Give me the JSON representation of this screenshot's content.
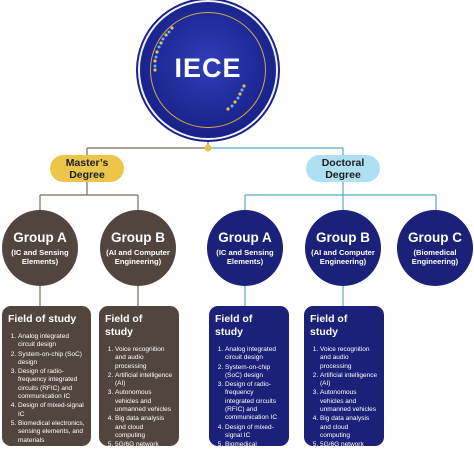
{
  "header": {
    "title": "IECE"
  },
  "degrees": {
    "masters": {
      "line1": "Master’s",
      "line2": "Degree",
      "color": "#ecc64a"
    },
    "doctoral": {
      "line1": "Doctoral",
      "line2": "Degree",
      "color": "#aee0f2"
    }
  },
  "groups": {
    "masters_a": {
      "name": "Group A",
      "sub1": "(IC and Sensing",
      "sub2": "Elements)"
    },
    "masters_b": {
      "name": "Group B",
      "sub1": "(AI and Computer",
      "sub2": "Engineering)"
    },
    "doctoral_a": {
      "name": "Group A",
      "sub1": "(IC and Sensing",
      "sub2": "Elements)"
    },
    "doctoral_b": {
      "name": "Group B",
      "sub1": "(AI and Computer",
      "sub2": "Engineering)"
    },
    "doctoral_c": {
      "name": "Group C",
      "sub1": "(Biomedical",
      "sub2": "Engineering)"
    }
  },
  "fields": {
    "masters_a": {
      "title": "Field of study",
      "items": [
        "Analog integrated circuit design",
        "System-on-chip (SoC) design",
        "Design of radio-frequency integrated circuits (RFIC) and communication IC",
        "Design of mixed-signal IC",
        "Biomedical electronics, sensing elements, and materials"
      ]
    },
    "masters_b": {
      "title": "Field of study",
      "items": [
        "Voice recognition and audio processing",
        "Artificial intelligence (AI)",
        "Autonomous vehicles and unmanned vehicles",
        "Big data analysis and cloud computing",
        "5G/6G network"
      ]
    },
    "doctoral_a": {
      "title": "Field of study",
      "items": [
        "Analog integrated circuit design",
        "System-on-chip (SoC) design",
        "Design of radio-frequency integrated circuits (RFIC) and communication IC",
        "Design of mixed-signal IC",
        "Biomedical electronics, sensing elements, and materials"
      ]
    },
    "doctoral_b": {
      "title": "Field of study",
      "items": [
        "Voice recognition and audio processing",
        "Artificial intelligence (AI)",
        "Autonomous vehicles and unmanned vehicles",
        "Big data analysis and cloud computing",
        "5G/6G network"
      ]
    }
  },
  "colors": {
    "brown": "#52453e",
    "navy": "#1b2078",
    "gold": "#ecc64a",
    "light_blue": "#aee0f2",
    "connector_brown": "#7a6a5a",
    "connector_blue": "#5aa7c9"
  }
}
